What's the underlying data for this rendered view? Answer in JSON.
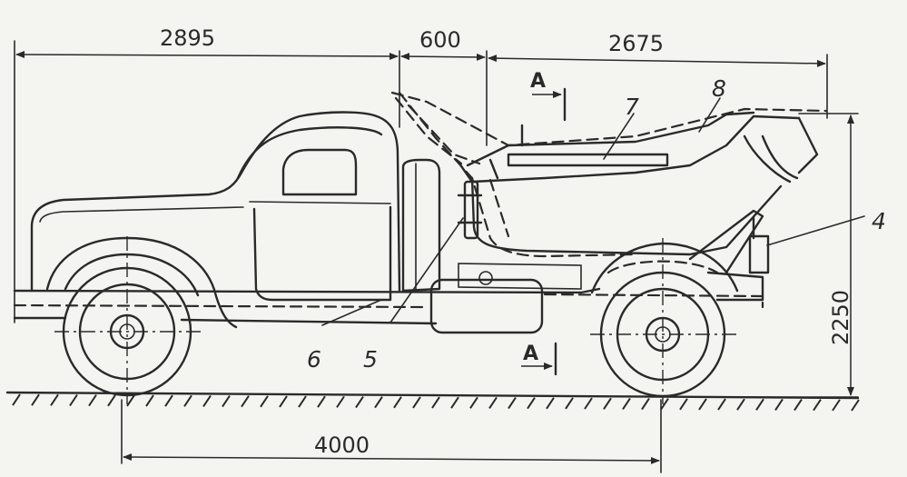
{
  "dimensions": {
    "cab_length": "2895",
    "gap": "600",
    "body_length": "2675",
    "height": "2250",
    "wheelbase": "4000"
  },
  "callouts": {
    "c4": "4",
    "c5": "5",
    "c6": "6",
    "c7": "7",
    "c8": "8"
  },
  "section_marks": {
    "top": "A",
    "bottom": "A"
  }
}
